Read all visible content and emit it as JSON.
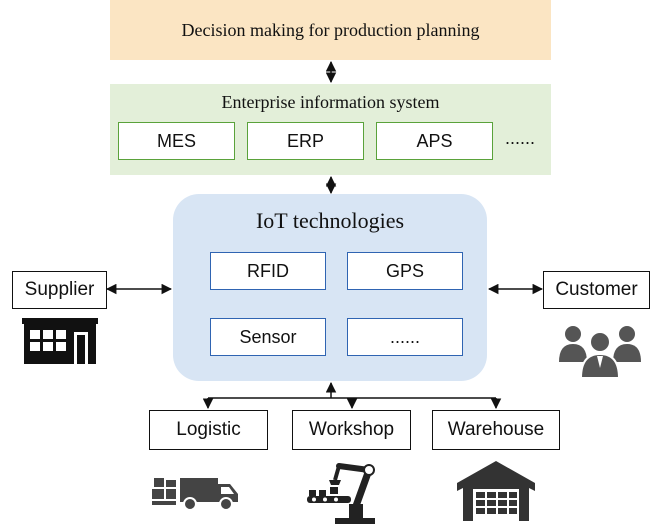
{
  "top": {
    "label": "Decision making for production planning"
  },
  "eis": {
    "title": "Enterprise information system",
    "items": [
      "MES",
      "ERP",
      "APS"
    ],
    "more": "......"
  },
  "iot": {
    "title": "IoT technologies",
    "items": [
      "RFID",
      "GPS",
      "Sensor",
      "......"
    ]
  },
  "sides": {
    "left": "Supplier",
    "right": "Customer"
  },
  "bottom": {
    "items": [
      "Logistic",
      "Workshop",
      "Warehouse"
    ]
  },
  "colors": {
    "top_band": "#fbe5c3",
    "eis_band": "#e3efd9",
    "eis_border": "#5aa23a",
    "iot_panel": "#d8e5f4",
    "iot_border": "#2f64b2"
  },
  "icons": [
    "factory-icon",
    "people-group-icon",
    "delivery-truck-icon",
    "robot-arm-icon",
    "warehouse-icon"
  ]
}
